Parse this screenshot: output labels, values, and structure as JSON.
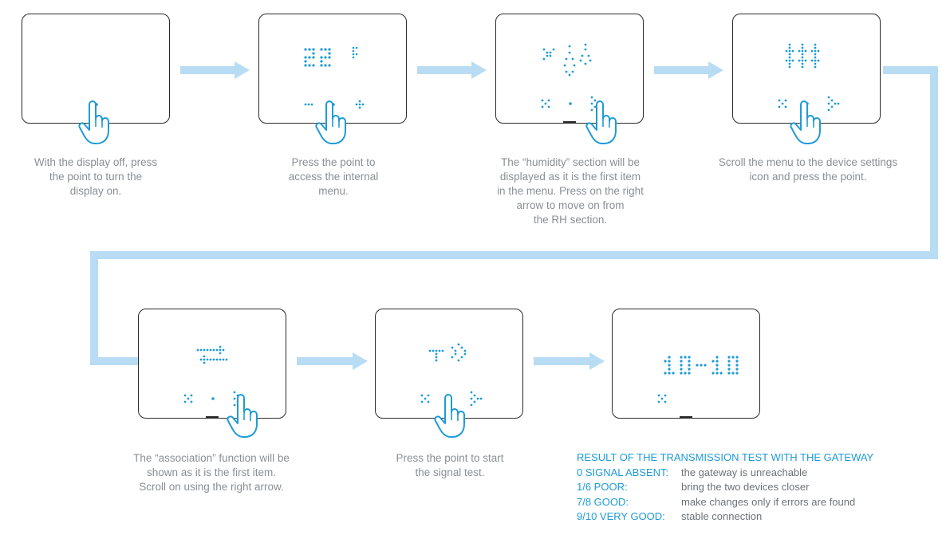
{
  "colors": {
    "accent": "#1e9bd7",
    "connector": "#b8dcf3",
    "outline": "#2b2b2b",
    "caption": "#8a8f94"
  },
  "steps": [
    {
      "caption": [
        "With the display off, press",
        "the point to turn the",
        "display on."
      ]
    },
    {
      "caption": [
        "Press the point to",
        "access the internal",
        "menu."
      ]
    },
    {
      "caption": [
        "The “humidity” section will be",
        "displayed as it is the first item",
        "in the menu. Press on the right",
        "arrow to move on from",
        "the RH section."
      ]
    },
    {
      "caption": [
        "Scroll the menu to the device settings",
        "icon and press the point."
      ]
    },
    {
      "caption": [
        "The “association” function will be",
        "shown as it is the first item.",
        "Scroll on using the right arrow."
      ]
    },
    {
      "caption": [
        "Press the point to start",
        "the signal test."
      ]
    },
    {
      "caption": []
    }
  ],
  "display": {
    "temperature": "22",
    "result_value": "10-10"
  },
  "result": {
    "title": "RESULT OF THE TRANSMISSION TEST WITH THE GATEWAY",
    "rows": [
      {
        "label": "0 SIGNAL ABSENT:",
        "desc": "the gateway is unreachable"
      },
      {
        "label": "1/6 POOR:",
        "desc": "bring the two devices closer"
      },
      {
        "label": "7/8 GOOD:",
        "desc": "make changes only if errors are found"
      },
      {
        "label": "9/10 VERY GOOD:",
        "desc": "stable connection"
      }
    ]
  }
}
